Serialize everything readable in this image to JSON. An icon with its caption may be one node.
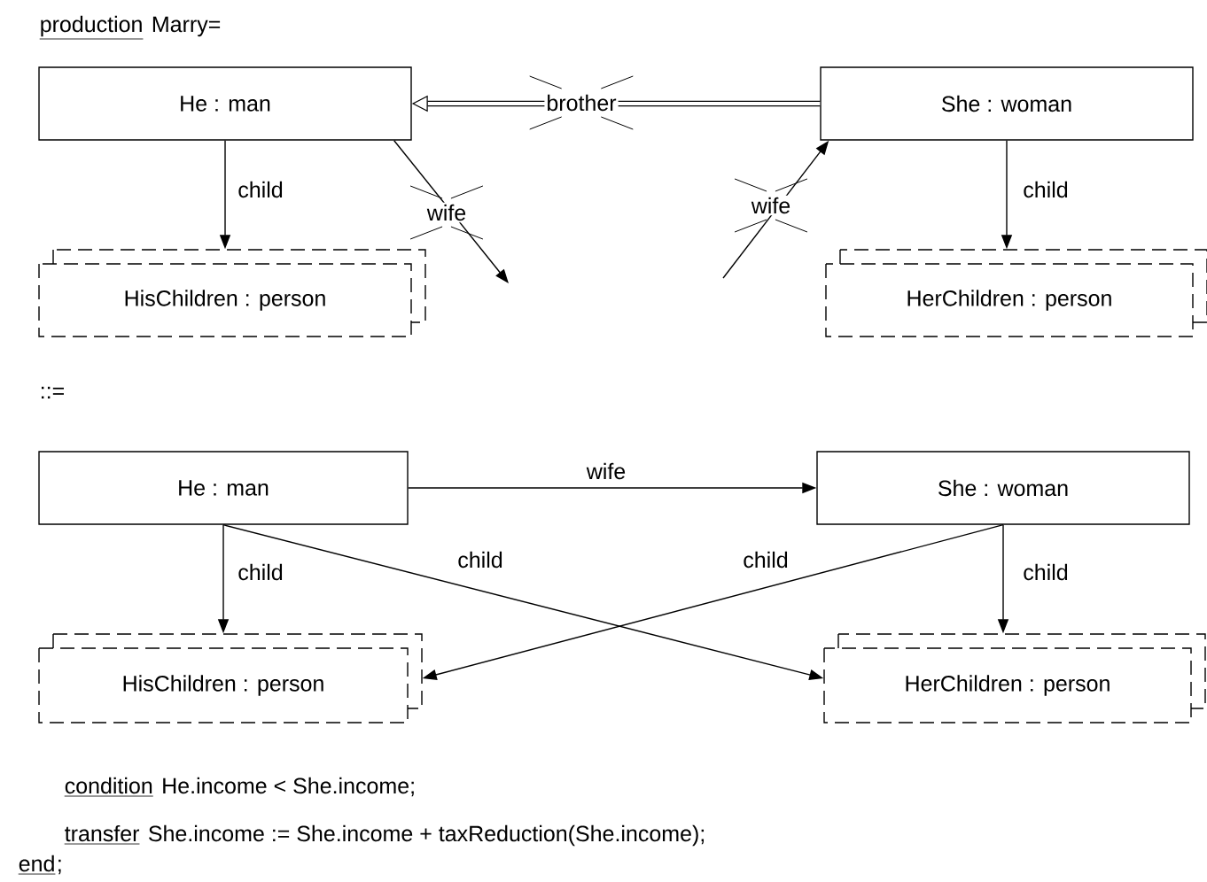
{
  "diagram": {
    "nodes": [
      {
        "text": [
          "He : man"
        ]
      },
      {
        "text": [
          "She : woman"
        ]
      },
      {
        "text": [
          "HisChildren : person"
        ]
      },
      {
        "text": [
          "HerChildren : person"
        ]
      },
      {
        "text": [
          "He : man"
        ]
      },
      {
        "text": [
          "She : woman"
        ]
      },
      {
        "text": [
          "HisChildren : person"
        ]
      },
      {
        "text": [
          "HerChildren : person"
        ]
      }
    ],
    "edges": [
      {
        "from": 0,
        "to": 2,
        "arrow": "to",
        "label": "child"
      },
      {
        "from": 1,
        "to": 3,
        "arrow": "to",
        "label": "child"
      },
      {
        "from": 1,
        "to": 0,
        "arrow": "to",
        "label": "brother",
        "style": "thick"
      },
      {
        "from": 0,
        "to": null,
        "arrow": "to",
        "label": "wife"
      },
      {
        "from": null,
        "to": 1,
        "arrow": "to",
        "label": "wife"
      },
      {
        "from": 4,
        "to": 5,
        "arrow": "to",
        "label": "wife"
      },
      {
        "from": 4,
        "to": 6,
        "arrow": "to",
        "label": "child"
      },
      {
        "from": 4,
        "to": 7,
        "arrow": "to",
        "label": "child"
      },
      {
        "from": 5,
        "to": 6,
        "arrow": "to",
        "label": "child"
      },
      {
        "from": 5,
        "to": 7,
        "arrow": "to",
        "label": "child"
      }
    ],
    "labels": [
      "production",
      "Marry=",
      "::=",
      "condition",
      "He.income < She.income;",
      "transfer",
      "She.income := She.income + taxReduction(She.income);",
      "end",
      ";"
    ]
  }
}
